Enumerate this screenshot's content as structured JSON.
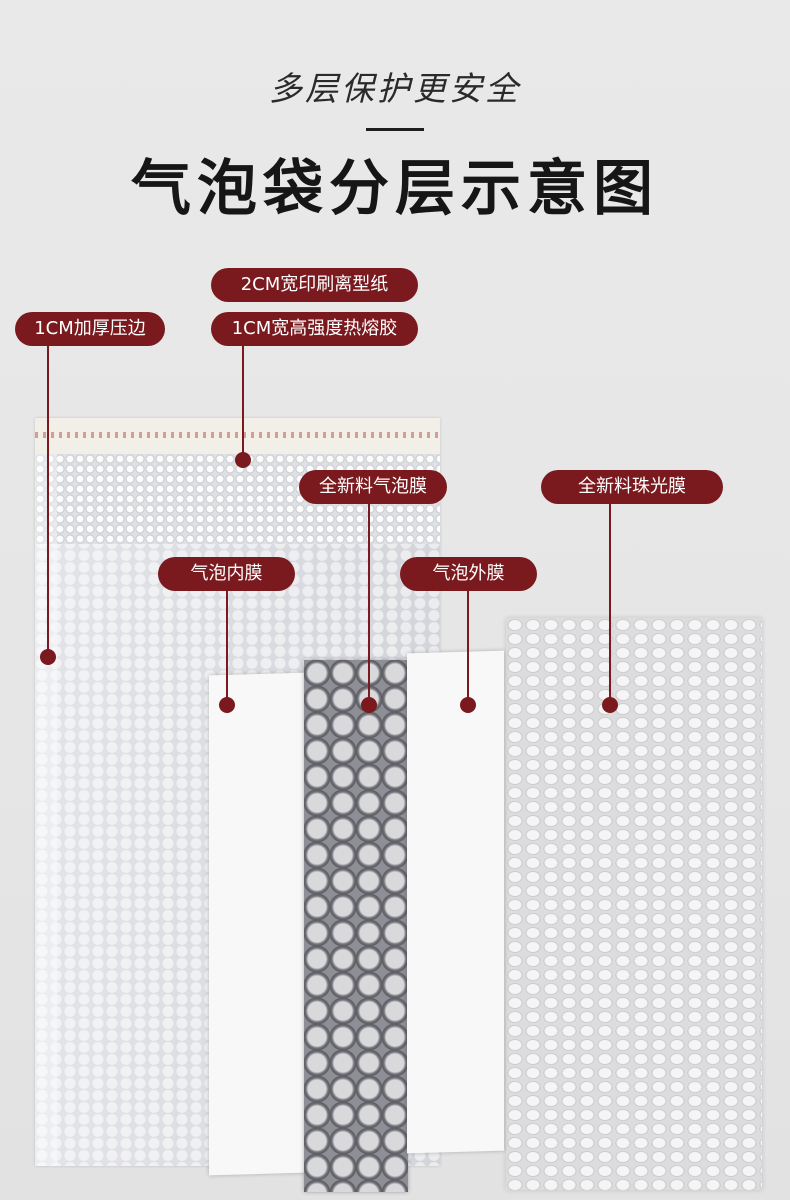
{
  "header": {
    "subtitle": "多层保护更安全",
    "title": "气泡袋分层示意图"
  },
  "callouts": {
    "thick_edge": "1CM加厚压边",
    "release_paper": "2CM宽印刷离型纸",
    "hot_melt_glue": "1CM宽高强度热熔胶",
    "bubble_film": "全新料气泡膜",
    "pearl_film": "全新料珠光膜",
    "inner_film": "气泡内膜",
    "outer_film": "气泡外膜"
  },
  "colors": {
    "accent": "#7a1a1e",
    "background": "#e7e7e7"
  }
}
